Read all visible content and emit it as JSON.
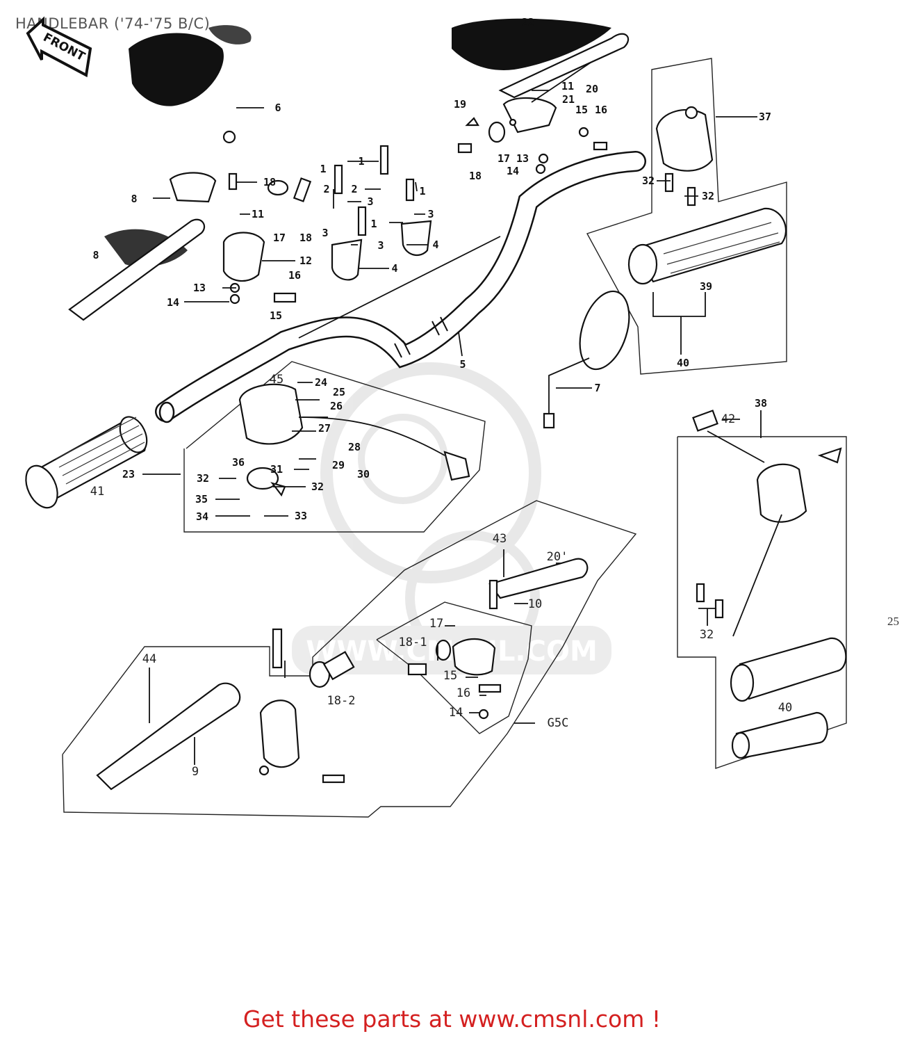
{
  "header": {
    "title": "HANDLEBAR ('74-'75 B/C)",
    "page_number": "25"
  },
  "footer": {
    "link_text": "Get these parts at www.cmsnl.com !"
  },
  "diagram": {
    "front_arrow_label": "FRONT",
    "watermark_text": "WWW.CMSNL.COM",
    "callouts": {
      "c1a": "1",
      "c1b": "1",
      "c1c": "1",
      "c1d": "1",
      "c2a": "2",
      "c2b": "2",
      "c3a": "3",
      "c3b": "3",
      "c3c": "3",
      "c3d": "3",
      "c4a": "4",
      "c4b": "4",
      "c5": "5",
      "c6": "6",
      "c7": "7",
      "c8a": "8",
      "c8b": "8",
      "c9": "9",
      "c10": "10",
      "c11a": "11",
      "c11b": "11",
      "c12": "12",
      "c13a": "13",
      "c13b": "13",
      "c14a": "14",
      "c14b": "14",
      "c14c": "14",
      "c15a": "15",
      "c15b": "15",
      "c15c": "15",
      "c16a": "16",
      "c16b": "16",
      "c16c": "16",
      "c17a": "17",
      "c17b": "17",
      "c17c": "17",
      "c18a": "18",
      "c18b": "18",
      "c18c": "18",
      "c18_1": "18-1",
      "c18_2": "18-2",
      "c19": "19",
      "c20": "20",
      "c20p": "20'",
      "c21": "21",
      "c22": "22",
      "c23": "23",
      "c24": "24",
      "c25": "25",
      "c26": "26",
      "c27": "27",
      "c28": "28",
      "c29": "29",
      "c30": "30",
      "c31": "31",
      "c32a": "32",
      "c32b": "32",
      "c32c": "32",
      "c32d": "32",
      "c32e": "32",
      "c33": "33",
      "c34": "34",
      "c35": "35",
      "c36": "36",
      "c37": "37",
      "c38": "38",
      "c39": "39",
      "c40a": "40",
      "c40b": "40",
      "c41": "41",
      "c42": "42",
      "c43": "43",
      "c44": "44",
      "c45": "45",
      "cG5C": "G5C"
    }
  }
}
